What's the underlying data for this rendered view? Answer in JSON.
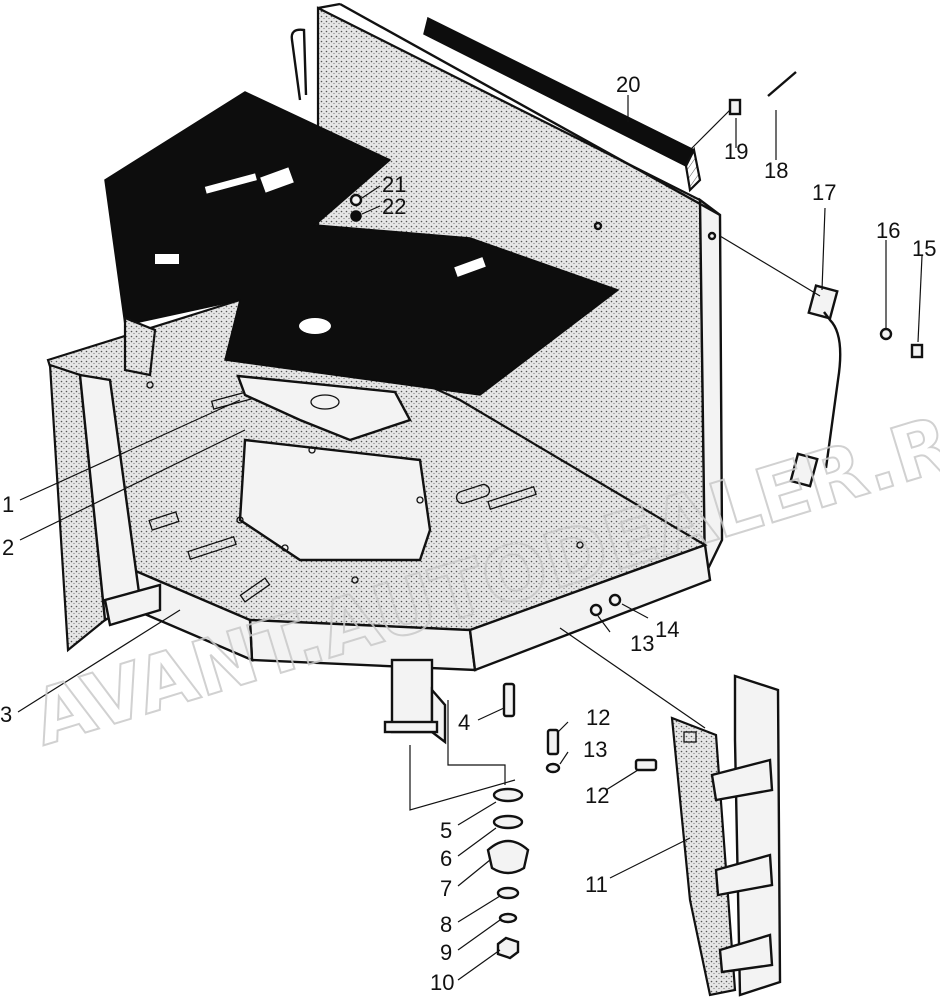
{
  "figure": {
    "watermark": "AVANT.AUTODEALER.RU"
  },
  "callouts": {
    "p1": "1",
    "p2": "2",
    "p3": "3",
    "p4": "4",
    "p5": "5",
    "p6": "6",
    "p7": "7",
    "p8": "8",
    "p9": "9",
    "p10": "10",
    "p11": "11",
    "p12a": "12",
    "p12b": "12",
    "p13a": "13",
    "p13b": "13",
    "p14": "14",
    "p15": "15",
    "p16": "16",
    "p17": "17",
    "p18": "18",
    "p19": "19",
    "p20": "20",
    "p21": "21",
    "p22": "22"
  }
}
